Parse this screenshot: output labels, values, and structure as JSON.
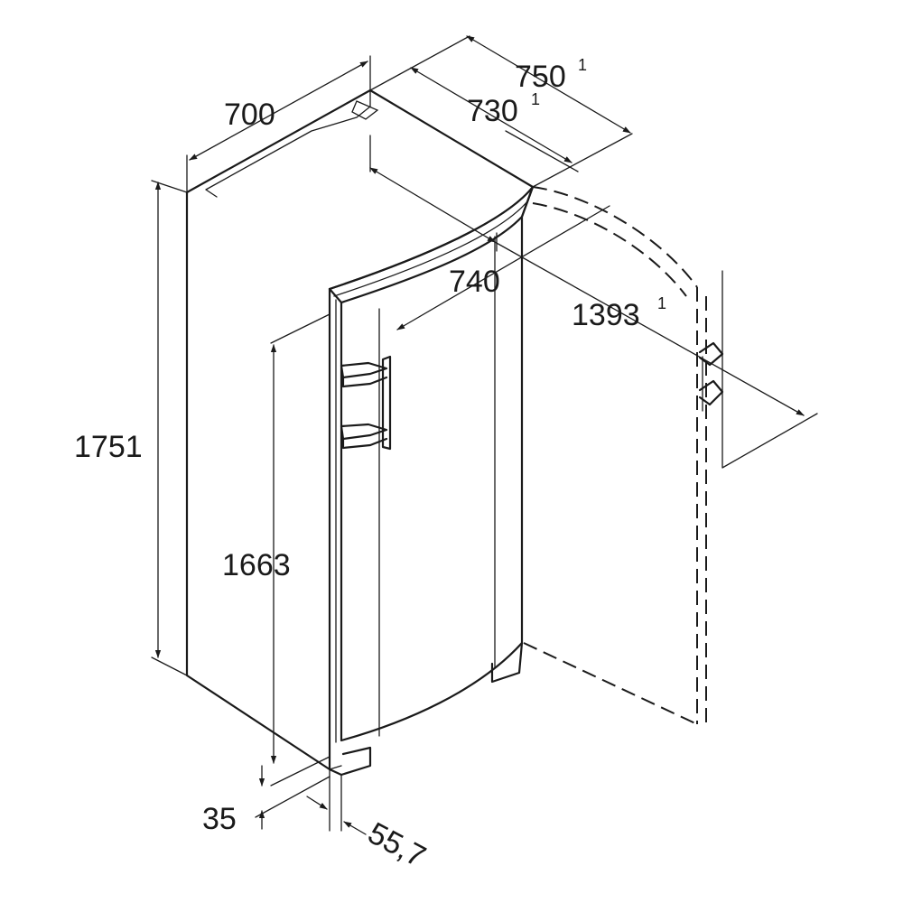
{
  "dimensions": {
    "top_width": {
      "value": "700"
    },
    "outer_depth": {
      "value": "750",
      "note": "1"
    },
    "inner_depth": {
      "value": "730",
      "note": "1"
    },
    "door_depth": {
      "value": "740"
    },
    "open_depth": {
      "value": "1393",
      "note": "1"
    },
    "total_height": {
      "value": "1751"
    },
    "handle_height": {
      "value": "1663"
    },
    "plinth_height": {
      "value": "35"
    },
    "door_offset": {
      "value": "55,7"
    }
  },
  "colors": {
    "line": "#1a1a1a",
    "background": "#ffffff"
  }
}
